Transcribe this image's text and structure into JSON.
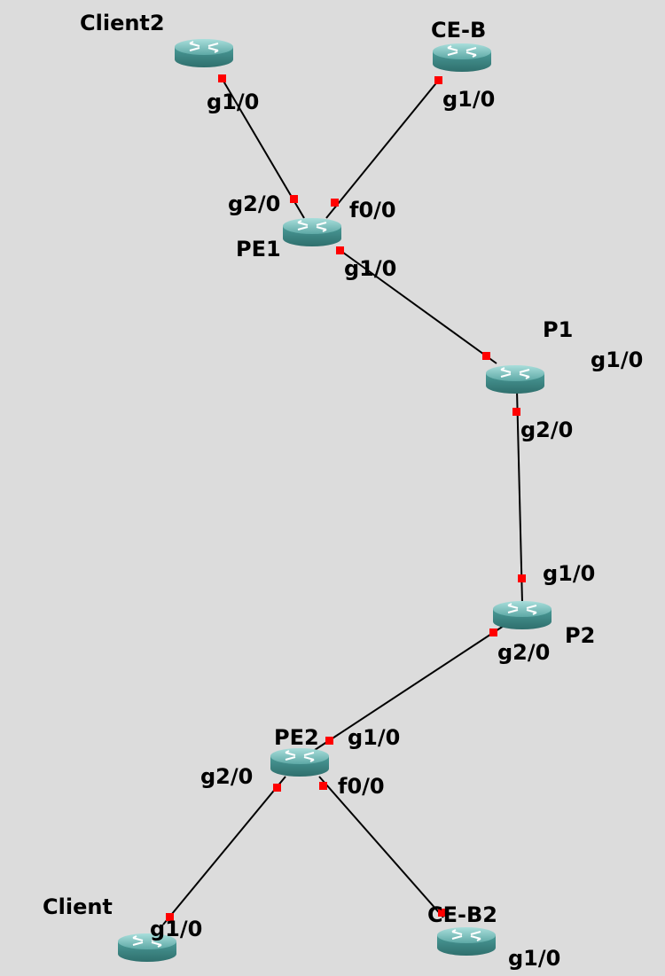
{
  "routers": [
    {
      "id": "client2",
      "name": "Client2"
    },
    {
      "id": "ceb",
      "name": "CE-B"
    },
    {
      "id": "pe1",
      "name": "PE1"
    },
    {
      "id": "p1",
      "name": "P1"
    },
    {
      "id": "p2",
      "name": "P2"
    },
    {
      "id": "pe2",
      "name": "PE2"
    },
    {
      "id": "client",
      "name": "Client"
    },
    {
      "id": "ceb2",
      "name": "CE-B2"
    }
  ],
  "links": [
    {
      "from": "client2",
      "from_port": "g1/0",
      "to": "pe1",
      "to_port": "g2/0"
    },
    {
      "from": "ceb",
      "from_port": "g1/0",
      "to": "pe1",
      "to_port": "f0/0"
    },
    {
      "from": "pe1",
      "from_port": "g1/0",
      "to": "p1",
      "to_port": "g1/0"
    },
    {
      "from": "p1",
      "from_port": "g2/0",
      "to": "p2",
      "to_port": "g1/0"
    },
    {
      "from": "p2",
      "from_port": "g2/0",
      "to": "pe2",
      "to_port": "g1/0"
    },
    {
      "from": "pe2",
      "from_port": "g2/0",
      "to": "client",
      "to_port": "g1/0"
    },
    {
      "from": "pe2",
      "from_port": "f0/0",
      "to": "ceb2",
      "to_port": "g1/0"
    }
  ],
  "colors": {
    "background": "#dcdcdc",
    "router_body": "#3f8f8c",
    "router_top": "#7fc3c0",
    "link": "#000000",
    "port_marker": "#ff0000"
  },
  "icons": {
    "router": "router-icon"
  }
}
